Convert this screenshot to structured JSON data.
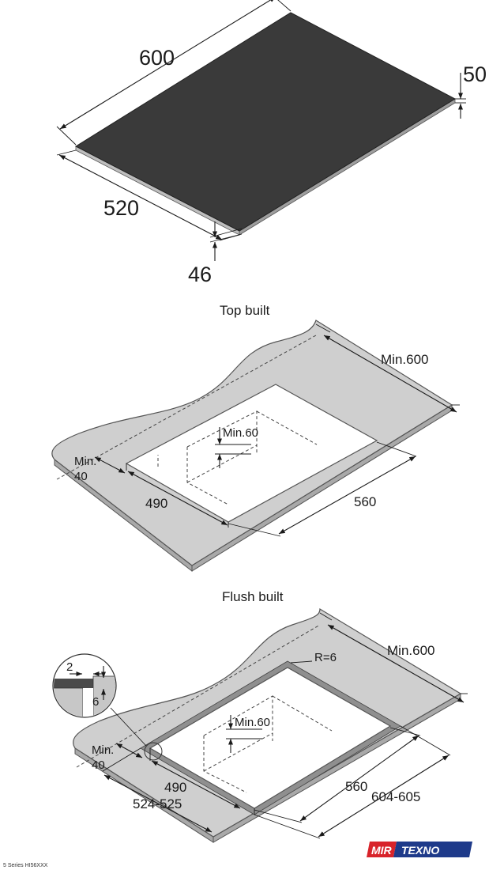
{
  "hob": {
    "width": "600",
    "depth": "520",
    "height": "50",
    "depth_offset": "46"
  },
  "top_built": {
    "title": "Top built",
    "min_width": "Min.600",
    "min_clearance": "Min.60",
    "min_edge_line1": "Min.",
    "min_edge_line2": "40",
    "cutout_depth": "490",
    "cutout_width": "560"
  },
  "flush_built": {
    "title": "Flush built",
    "min_width": "Min.600",
    "radius": "R=6",
    "min_clearance": "Min.60",
    "min_edge_line1": "Min.",
    "min_edge_line2": "40",
    "detail_width": "2",
    "detail_depth": "6",
    "cutout_depth": "490",
    "rebate_depth": "524-525",
    "cutout_width": "560",
    "rebate_width": "604-605"
  },
  "footer": {
    "series": "5 Series HI56XXX",
    "brand_part1": "MIR",
    "brand_part2": "TEXNO"
  },
  "colors": {
    "hob_glass": "#3a3a3a",
    "counter": "#cfcfcf",
    "brand_red": "#d8232a",
    "brand_blue": "#1e3a8a"
  }
}
